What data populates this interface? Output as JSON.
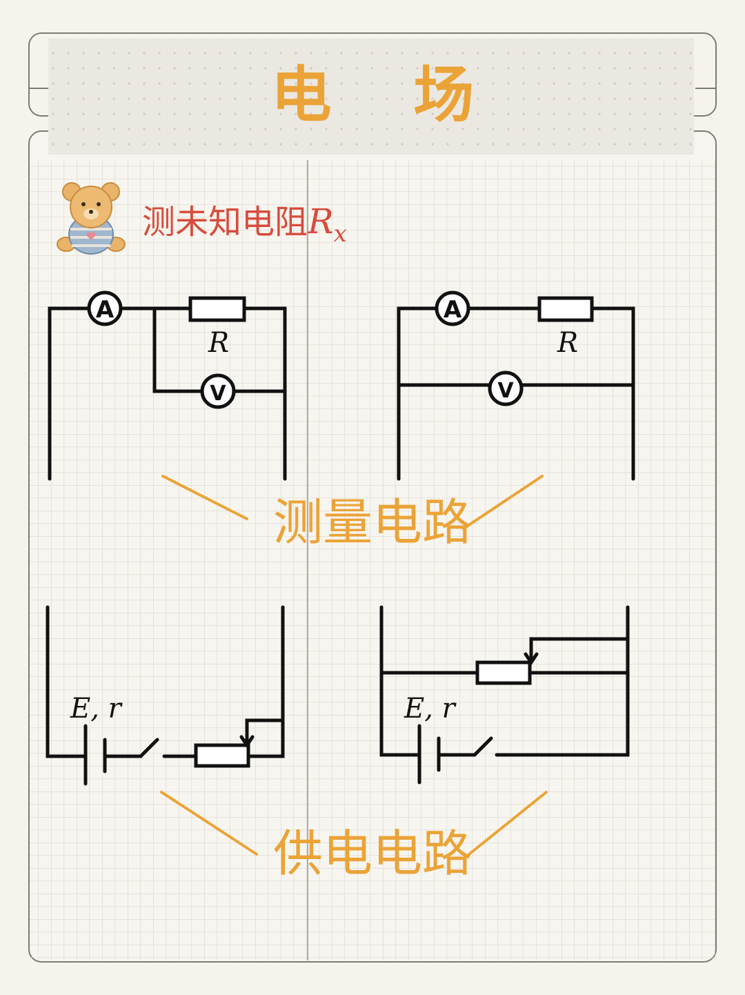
{
  "header": {
    "title": "电 场"
  },
  "section": {
    "heading_text": "测未知电阻",
    "heading_var": "R",
    "heading_sub": "x",
    "mascot_icon": "teddy-bear-icon"
  },
  "labels": {
    "measure": "测量电路",
    "supply": "供电电路"
  },
  "circuits": {
    "ammeter_symbol": "A",
    "voltmeter_symbol": "V",
    "resistor_label": "R",
    "source_label": "E, r"
  },
  "colors": {
    "accent": "#eba337",
    "heading": "#d84b3c",
    "grid": "#d9d6cf",
    "wire": "#111111",
    "background": "#f6f3ec"
  }
}
